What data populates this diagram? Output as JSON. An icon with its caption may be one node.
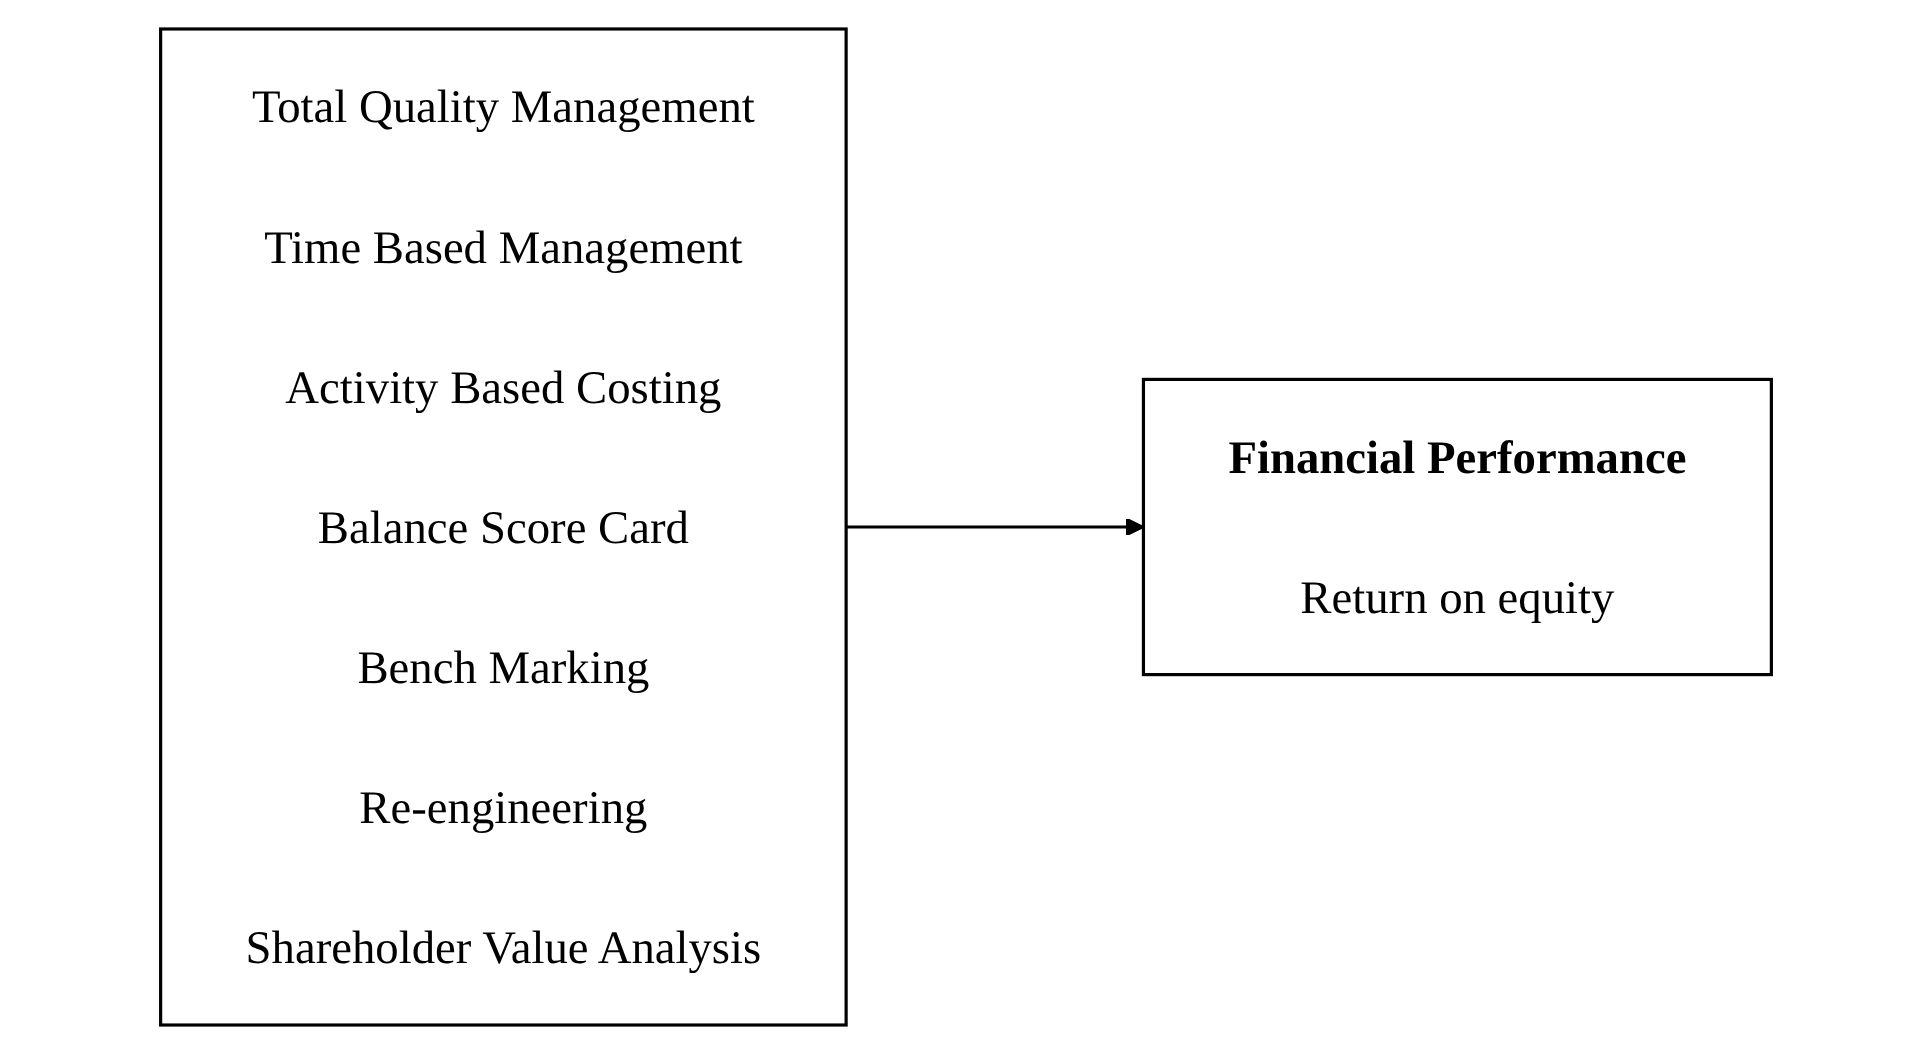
{
  "diagram": {
    "nodes": [
      {
        "text": [
          "Total Quality Management",
          "Time Based Management",
          "Activity Based Costing",
          "Balance Score Card",
          "Bench Marking",
          "Re-engineering",
          "Shareholder Value Analysis"
        ]
      },
      {
        "text": [
          "Financial Performance",
          "Return on equity"
        ]
      }
    ],
    "edges": [
      {
        "from": 0,
        "to": 1,
        "arrow": "to"
      }
    ]
  }
}
